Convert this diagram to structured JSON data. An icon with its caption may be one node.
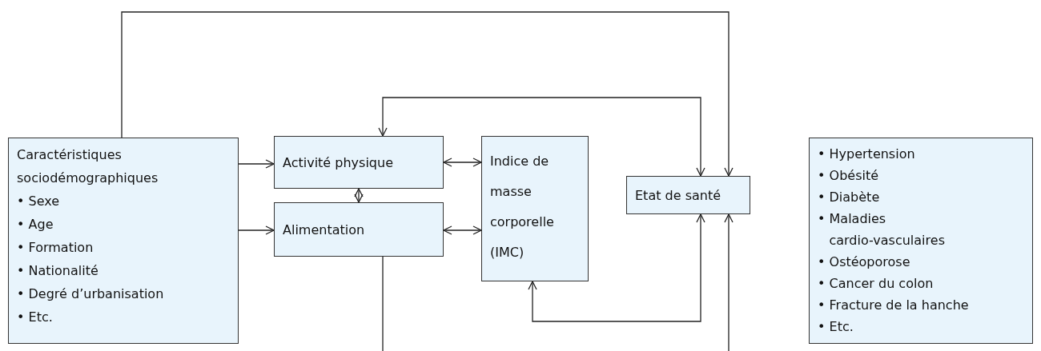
{
  "diagram": {
    "nodes": [
      {
        "text": [
          "Caractéristiques sociodémographiques",
          "• Sexe",
          "• Age",
          "• Formation",
          "• Nationalité",
          "• Degré d’urbanisation",
          "• Etc."
        ]
      },
      {
        "text": [
          "Activité physique"
        ]
      },
      {
        "text": [
          "Alimentation"
        ]
      },
      {
        "text": [
          "Indice de masse corporelle (IMC)"
        ]
      },
      {
        "text": [
          "Etat de santé"
        ]
      },
      {
        "text": [
          "• Hypertension",
          "• Obésité",
          "• Diabète",
          "• Maladies cardio-vasculaires",
          "• Ostéoporose",
          "• Cancer du colon",
          "• Fracture de la hanche",
          "• Etc."
        ]
      }
    ],
    "edges": [
      {
        "from": 0,
        "to": 4,
        "arrow": "to"
      },
      {
        "from": 0,
        "to": 1,
        "arrow": "to"
      },
      {
        "from": 0,
        "to": 2,
        "arrow": "to"
      },
      {
        "from": 1,
        "to": 3,
        "arrow": "both"
      },
      {
        "from": 1,
        "to": 2,
        "arrow": "both"
      },
      {
        "from": 2,
        "to": 3,
        "arrow": "both"
      },
      {
        "from": 1,
        "to": 4,
        "arrow": "both"
      },
      {
        "from": 3,
        "to": 4,
        "arrow": "both"
      },
      {
        "from": 2,
        "to": 4,
        "arrow": "to"
      }
    ]
  }
}
